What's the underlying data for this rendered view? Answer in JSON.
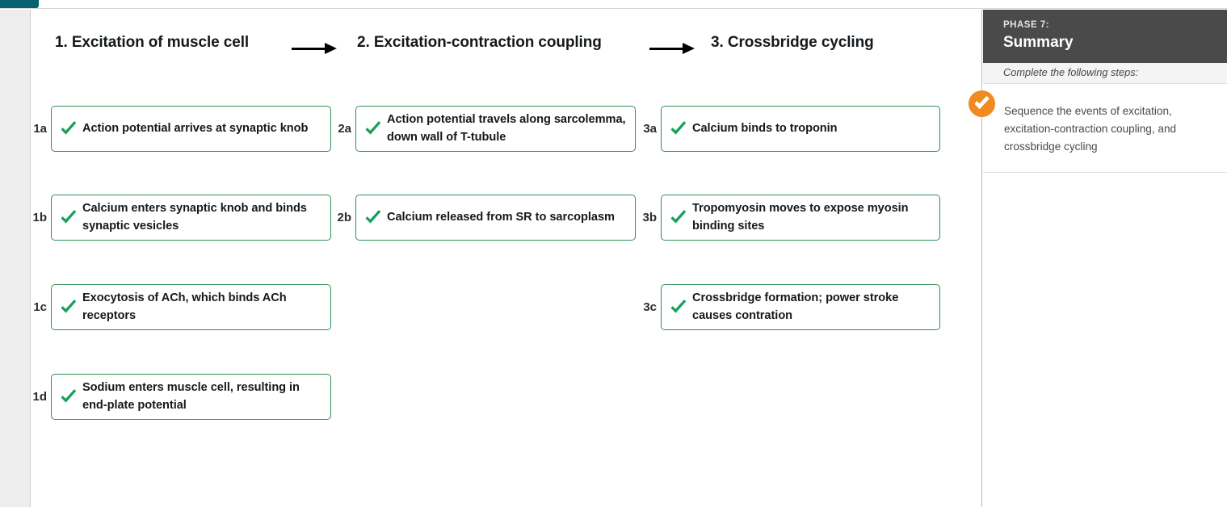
{
  "window": {
    "tab_stub_color": "#0a6073"
  },
  "flow": {
    "arrow_icon": "right-arrow-icon",
    "columns": [
      {
        "heading": "1. Excitation of muscle cell",
        "steps": [
          {
            "label": "1a",
            "text": "Action potential arrives at synaptic knob",
            "status": "correct"
          },
          {
            "label": "1b",
            "text": "Calcium enters synaptic knob and binds synaptic vesicles",
            "status": "correct"
          },
          {
            "label": "1c",
            "text": "Exocytosis of ACh, which binds ACh receptors",
            "status": "correct"
          },
          {
            "label": "1d",
            "text": "Sodium enters muscle cell, resulting in end-plate potential",
            "status": "correct"
          }
        ]
      },
      {
        "heading": "2. Excitation-contraction coupling",
        "steps": [
          {
            "label": "2a",
            "text": "Action potential travels along sarcolemma, down wall of T-tubule",
            "status": "correct"
          },
          {
            "label": "2b",
            "text": "Calcium released from SR to sarcoplasm",
            "status": "correct"
          }
        ]
      },
      {
        "heading": "3. Crossbridge cycling",
        "steps": [
          {
            "label": "3a",
            "text": "Calcium binds to troponin",
            "status": "correct"
          },
          {
            "label": "3b",
            "text": "Tropomyosin moves to expose myosin binding sites",
            "status": "correct"
          },
          {
            "label": "3c",
            "text": "Crossbridge formation; power stroke causes contration",
            "status": "correct"
          }
        ]
      }
    ]
  },
  "right_panel": {
    "phase_eyebrow": "PHASE 7:",
    "title": "Summary",
    "instruction": "Complete the following steps:",
    "task": {
      "badge_icon": "check-circle-icon",
      "text": "Sequence the events of excitation, excitation-contraction coupling, and crossbridge cycling"
    }
  },
  "colors": {
    "accent_orange": "#f18a21",
    "panel_header_gray": "#4a4a4a",
    "check_green": "#16a05a",
    "box_border_green": "#2f8f55",
    "rail_gray": "#ededed",
    "teal": "#0a6073"
  }
}
